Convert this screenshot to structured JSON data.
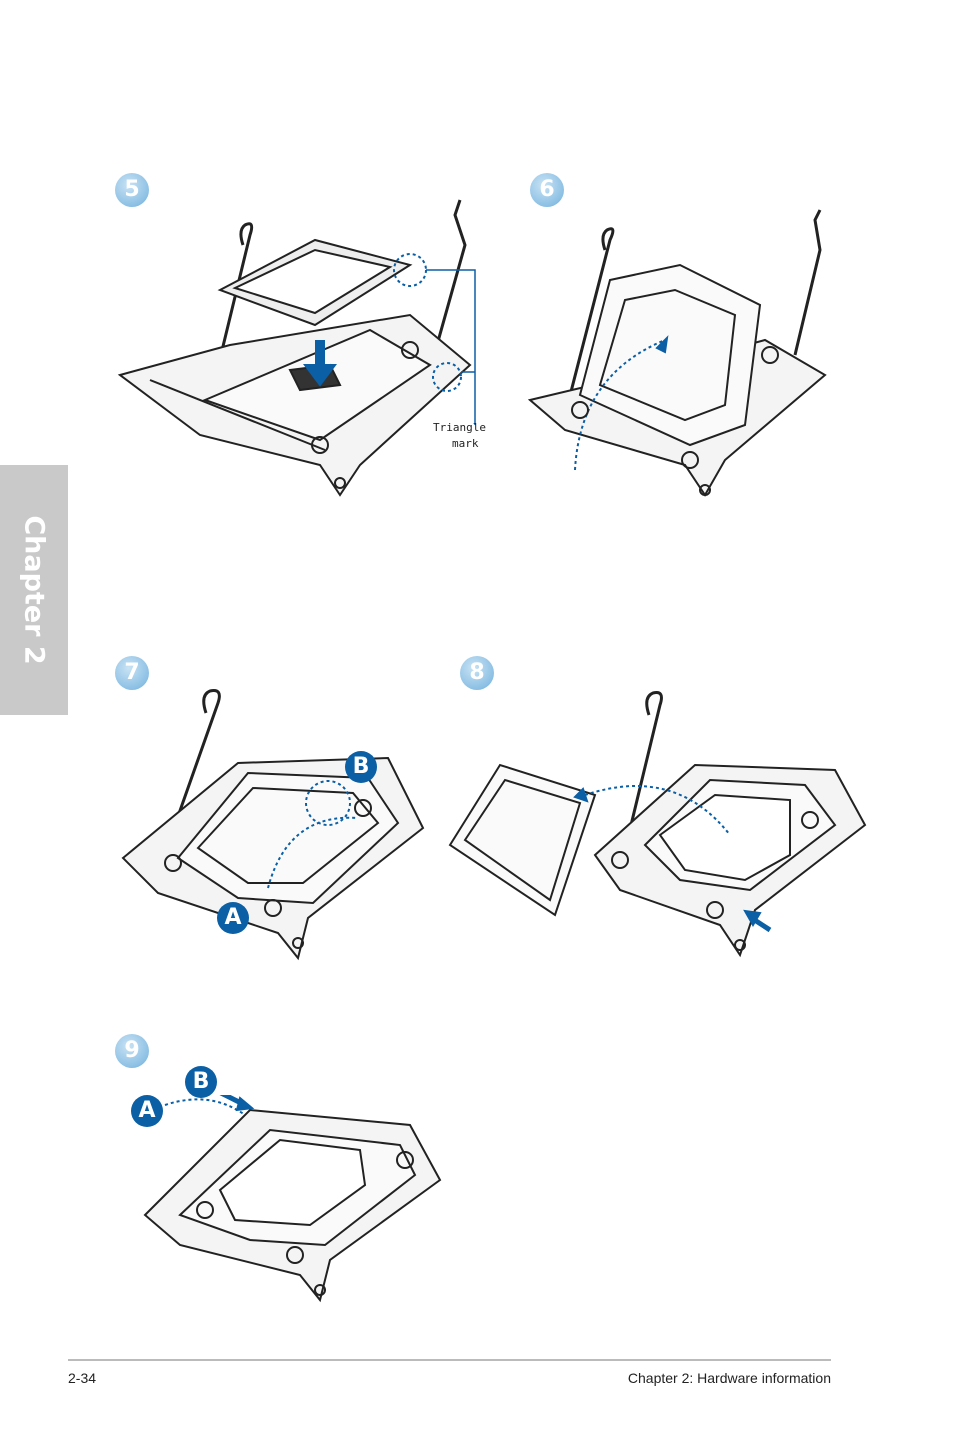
{
  "side_tab": {
    "label": "Chapter 2"
  },
  "steps": [
    "5",
    "6",
    "7",
    "8",
    "9"
  ],
  "callouts": {
    "a": "A",
    "b": "B"
  },
  "step5": {
    "triangle_mark_line1": "Triangle",
    "triangle_mark_line2": "mark"
  },
  "footer": {
    "page_number": "2-34",
    "chapter_title": "Chapter 2: Hardware information"
  },
  "colors": {
    "accent_blue": "#0b5fa5",
    "badge_blue": "#8cc0e4",
    "tab_gray": "#c9c9c9"
  }
}
